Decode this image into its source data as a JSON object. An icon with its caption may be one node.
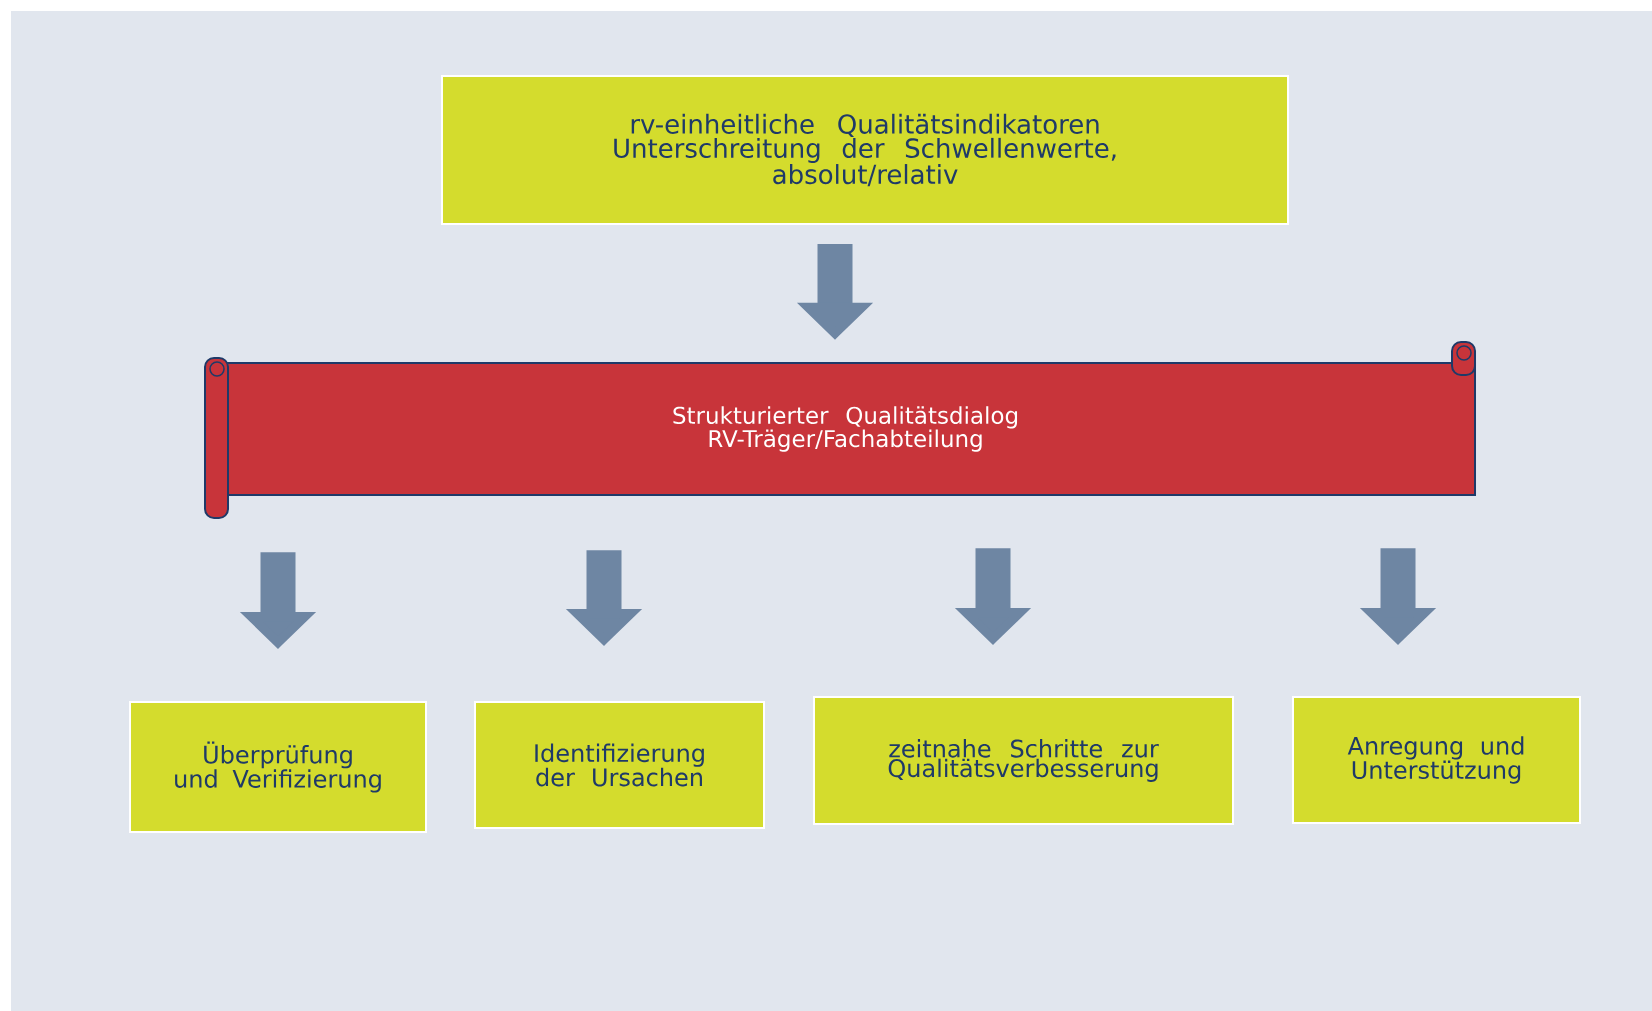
{
  "diagram": {
    "nodes": [
      {
        "text": [
          "rv-einheitliche Qualitätsindikatoren",
          "Unterschreitung der Schwellenwerte, absolut/relativ"
        ]
      },
      {
        "text": [
          "Strukturierter Qualitätsdialog RV-Träger/Fachabteilung"
        ]
      },
      {
        "text": [
          "Überprüfung und Verifizierung"
        ]
      },
      {
        "text": [
          "Identifizierung der Ursachen"
        ]
      },
      {
        "text": [
          "zeitnahe Schritte zur Qualitätsverbesserung"
        ]
      },
      {
        "text": [
          "Anregung und Unterstützung"
        ]
      }
    ],
    "edges": [
      {
        "from": 0,
        "to": 1,
        "arrow": "to"
      },
      {
        "from": 1,
        "to": 2,
        "arrow": "to"
      },
      {
        "from": 1,
        "to": 3,
        "arrow": "to"
      },
      {
        "from": 1,
        "to": 4,
        "arrow": "to"
      },
      {
        "from": 1,
        "to": 5,
        "arrow": "to"
      }
    ]
  }
}
